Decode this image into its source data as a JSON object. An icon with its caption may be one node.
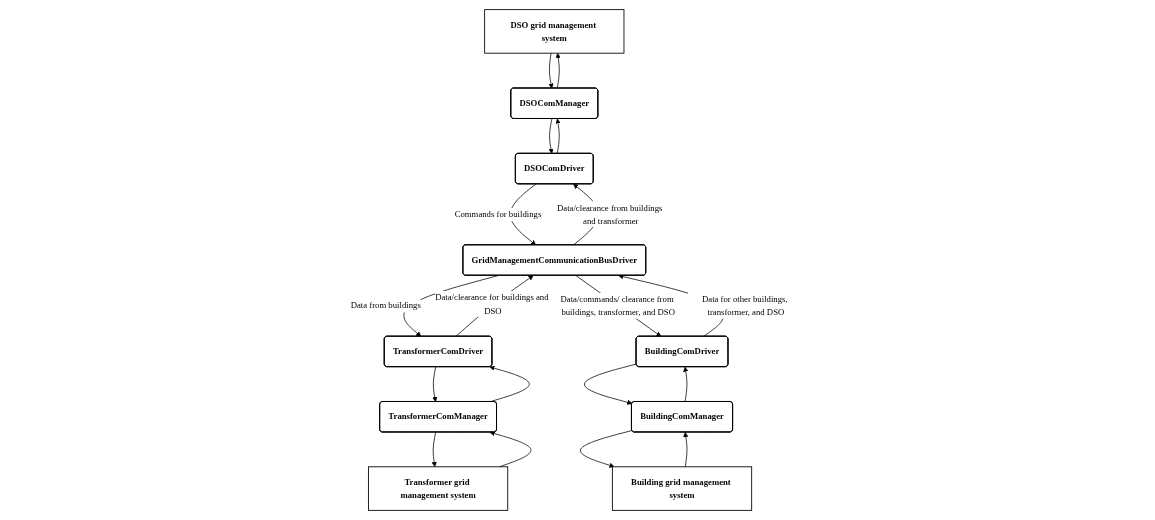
{
  "diagram": {
    "nodes": [
      {
        "text": [
          "DSO grid management system"
        ]
      },
      {
        "text": [
          "Transformer grid management system"
        ]
      },
      {
        "text": [
          "Building grid management system"
        ]
      },
      {
        "text": [
          "DSOComManager"
        ]
      },
      {
        "text": [
          "TransformerComManager"
        ]
      },
      {
        "text": [
          "BuildingComManager"
        ]
      },
      {
        "text": [
          "DSOComDriver"
        ]
      },
      {
        "text": [
          "TransformerComDriver"
        ]
      },
      {
        "text": [
          "BuildingComDriver"
        ]
      },
      {
        "text": [
          "GridManagementCommunicationBusDriver"
        ]
      }
    ],
    "edges": [
      {
        "from": 3,
        "to": 0,
        "arrow": "to"
      },
      {
        "from": 0,
        "to": 3,
        "arrow": "to"
      },
      {
        "from": 6,
        "to": 3,
        "arrow": "to"
      },
      {
        "from": 3,
        "to": 6,
        "arrow": "to"
      },
      {
        "from": 9,
        "to": 6,
        "arrow": "to",
        "label": "Data/clearance from buildings and transformer"
      },
      {
        "from": 6,
        "to": 9,
        "arrow": "to",
        "label": "Commands for buildings"
      },
      {
        "from": 4,
        "to": 1,
        "arrow": "to"
      },
      {
        "from": 1,
        "to": 4,
        "arrow": "to"
      },
      {
        "from": 7,
        "to": 4,
        "arrow": "to"
      },
      {
        "from": 4,
        "to": 7,
        "arrow": "to"
      },
      {
        "from": 9,
        "to": 7,
        "arrow": "to",
        "label": "Data from buildings"
      },
      {
        "from": 7,
        "to": 9,
        "arrow": "to",
        "label": "Data/clearance for buildings and DSO"
      },
      {
        "from": 5,
        "to": 2,
        "arrow": "to"
      },
      {
        "from": 2,
        "to": 5,
        "arrow": "to"
      },
      {
        "from": 8,
        "to": 5,
        "arrow": "to"
      },
      {
        "from": 5,
        "to": 8,
        "arrow": "to"
      },
      {
        "from": 9,
        "to": 8,
        "arrow": "to",
        "label": "Data/commands/ clearance from buildings, transformer, and DSO"
      },
      {
        "from": 8,
        "to": 9,
        "arrow": "to",
        "label": "Data for other buildings, transformer, and DSO"
      }
    ]
  }
}
